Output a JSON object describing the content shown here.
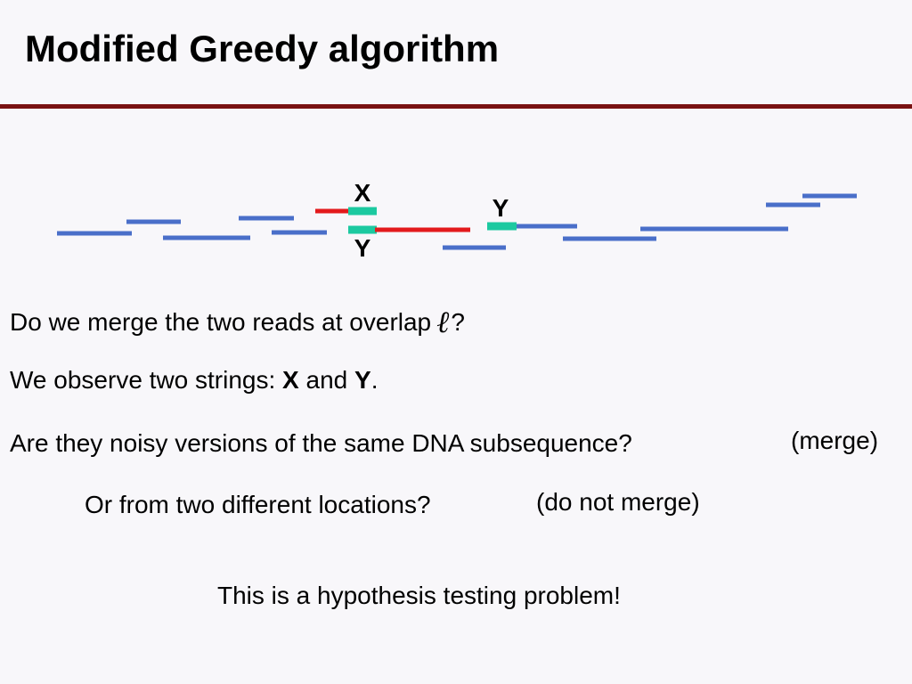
{
  "title": "Modified Greedy algorithm",
  "colors": {
    "background": "#f8f7fa",
    "title_rule": "#7a1212",
    "genome": "#4a6fc9",
    "read": "#4a6fc9",
    "read_x_extension": "#e31a1c",
    "read_y_extension": "#e31a1c",
    "overlap_segment": "#1cc9a0"
  },
  "diagram": {
    "label_x_top": "X",
    "label_y_bottom": "Y",
    "label_y_right": "Y"
  },
  "text": {
    "q1_prefix": "Do we merge the two reads at overlap",
    "q1_symbol": "ℓ",
    "q1_suffix": "?",
    "obs_prefix": "We observe two strings: ",
    "obs_x": "X",
    "obs_and": " and ",
    "obs_y": "Y",
    "obs_end": ".",
    "noisy_question": "Are they noisy versions of the same DNA subsequence?",
    "merge_label": "(merge)",
    "different_question": "Or from two different locations?",
    "no_merge_label": "(do not merge)",
    "conclusion": "This is a hypothesis testing problem!"
  }
}
